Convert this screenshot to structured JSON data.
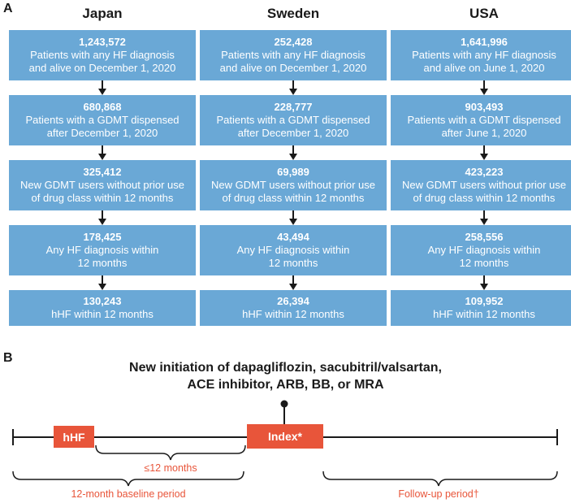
{
  "panel_a": {
    "label": "A",
    "columns": [
      {
        "title": "Japan",
        "steps": [
          {
            "value": "1,243,572",
            "text": "Patients with any HF diagnosis\nand alive on December 1, 2020"
          },
          {
            "value": "680,868",
            "text": "Patients with a GDMT dispensed\nafter December 1, 2020"
          },
          {
            "value": "325,412",
            "text": "New GDMT users without prior use\nof drug class within 12 months"
          },
          {
            "value": "178,425",
            "text": "Any HF diagnosis within\n12 months"
          },
          {
            "value": "130,243",
            "text": "hHF within 12 months"
          }
        ]
      },
      {
        "title": "Sweden",
        "steps": [
          {
            "value": "252,428",
            "text": "Patients with any HF diagnosis\nand alive on December 1, 2020"
          },
          {
            "value": "228,777",
            "text": "Patients with a GDMT dispensed\nafter December 1, 2020"
          },
          {
            "value": "69,989",
            "text": "New GDMT users without prior use\nof drug class within 12 months"
          },
          {
            "value": "43,494",
            "text": "Any HF diagnosis within\n12 months"
          },
          {
            "value": "26,394",
            "text": "hHF within 12 months"
          }
        ]
      },
      {
        "title": "USA",
        "steps": [
          {
            "value": "1,641,996",
            "text": "Patients with any HF diagnosis\nand alive on June 1, 2020"
          },
          {
            "value": "903,493",
            "text": "Patients with a GDMT dispensed\nafter June 1, 2020"
          },
          {
            "value": "423,223",
            "text": "New GDMT users without prior use\nof drug class within 12 months"
          },
          {
            "value": "258,556",
            "text": "Any HF diagnosis within\n12 months"
          },
          {
            "value": "109,952",
            "text": "hHF within 12 months"
          }
        ]
      }
    ]
  },
  "panel_b": {
    "label": "B",
    "title_line1": "New initiation of dapagliflozin, sacubitril/valsartan,",
    "title_line2": "ACE inhibitor, ARB, BB, or MRA",
    "hhf_label": "hHF",
    "index_label": "Index*",
    "window_label": "≤12 months",
    "baseline_label": "12-month baseline period",
    "followup_label": "Follow-up period†"
  },
  "colors": {
    "box_blue": "#6aa8d6",
    "accent_red": "#e8553a",
    "line_dark": "#1a1a1a"
  }
}
